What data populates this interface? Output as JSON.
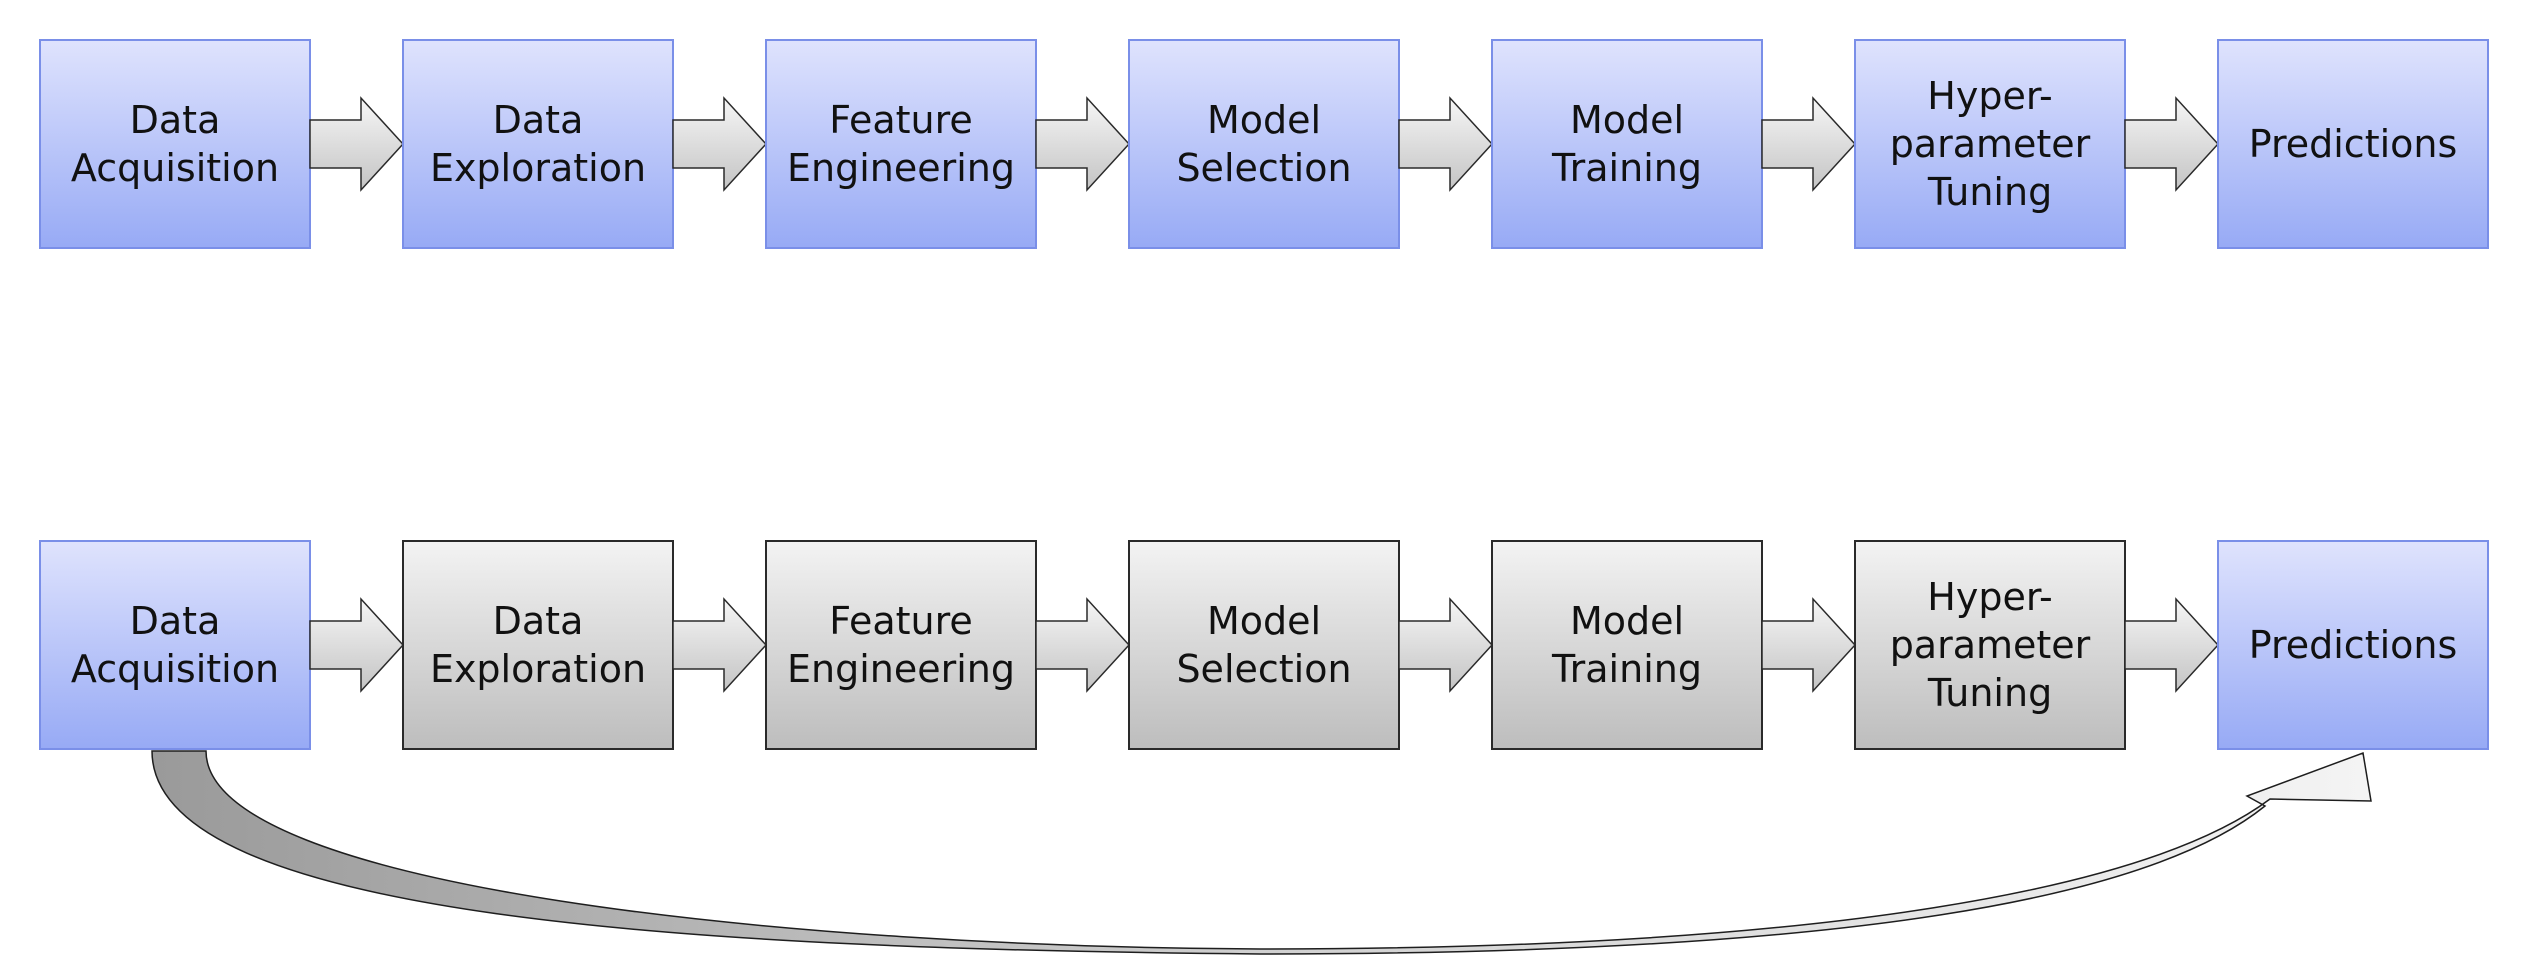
{
  "colors": {
    "highlight_fill_top": "#dfe3fd",
    "highlight_fill_bottom": "#97aaf5",
    "highlight_stroke": "#7a8fe8",
    "muted_fill_top": "#f3f3f3",
    "muted_fill_bottom": "#bdbdbd",
    "muted_stroke": "#2a2a2a",
    "arrow_fill_top": "#f6f6f6",
    "arrow_fill_bottom": "#c4c4c4",
    "arrow_stroke": "#2a2a2a"
  },
  "rows": [
    {
      "name": "full-pipeline",
      "steps": [
        {
          "lines": [
            "Data",
            "Acquisition"
          ],
          "highlight": true
        },
        {
          "lines": [
            "Data",
            "Exploration"
          ],
          "highlight": true
        },
        {
          "lines": [
            "Feature",
            "Engineering"
          ],
          "highlight": true
        },
        {
          "lines": [
            "Model",
            "Selection"
          ],
          "highlight": true
        },
        {
          "lines": [
            "Model",
            "Training"
          ],
          "highlight": true
        },
        {
          "lines": [
            "Hyper-",
            "parameter",
            "Tuning"
          ],
          "highlight": true
        },
        {
          "lines": [
            "Predictions"
          ],
          "highlight": true
        }
      ]
    },
    {
      "name": "shortcut-pipeline",
      "steps": [
        {
          "lines": [
            "Data",
            "Acquisition"
          ],
          "highlight": true
        },
        {
          "lines": [
            "Data",
            "Exploration"
          ],
          "highlight": false
        },
        {
          "lines": [
            "Feature",
            "Engineering"
          ],
          "highlight": false
        },
        {
          "lines": [
            "Model",
            "Selection"
          ],
          "highlight": false
        },
        {
          "lines": [
            "Model",
            "Training"
          ],
          "highlight": false
        },
        {
          "lines": [
            "Hyper-",
            "parameter",
            "Tuning"
          ],
          "highlight": false
        },
        {
          "lines": [
            "Predictions"
          ],
          "highlight": true
        }
      ],
      "skip_arrow": {
        "from_step": 0,
        "to_step": 6
      }
    }
  ]
}
